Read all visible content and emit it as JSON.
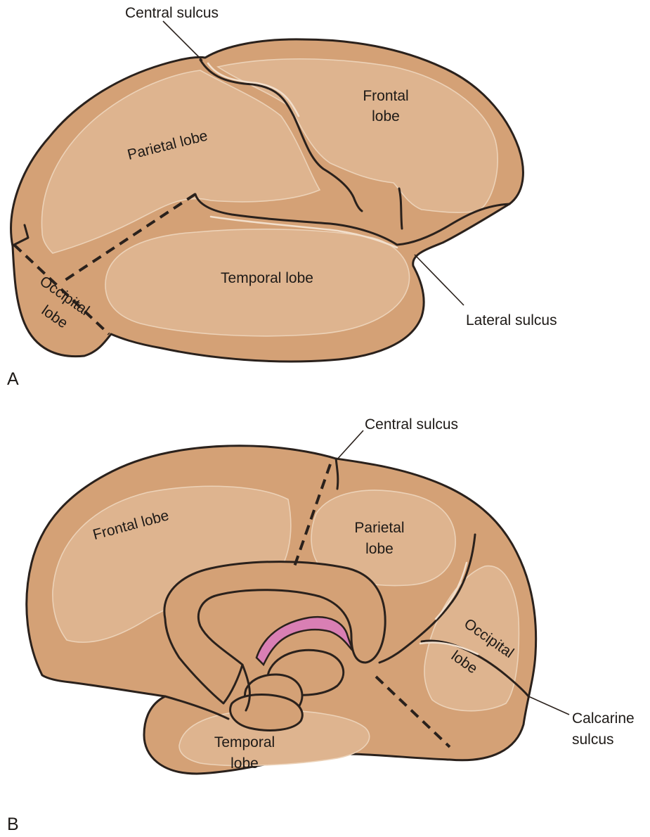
{
  "figure": {
    "panel_a": {
      "panel_label": "A",
      "labels": {
        "central_sulcus": "Central sulcus",
        "frontal_lobe_1": "Frontal",
        "frontal_lobe_2": "lobe",
        "parietal_lobe": "Parietal lobe",
        "temporal_lobe": "Temporal lobe",
        "occipital_lobe_1": "Occipital",
        "occipital_lobe_2": "lobe",
        "lateral_sulcus": "Lateral sulcus"
      }
    },
    "panel_b": {
      "panel_label": "B",
      "labels": {
        "central_sulcus": "Central sulcus",
        "frontal_lobe": "Frontal lobe",
        "parietal_lobe_1": "Parietal",
        "parietal_lobe_2": "lobe",
        "occipital_lobe_1": "Occipital",
        "occipital_lobe_2": "lobe",
        "temporal_lobe_1": "Temporal",
        "temporal_lobe_2": "lobe",
        "calcarine_sulcus_1": "Calcarine",
        "calcarine_sulcus_2": "sulcus"
      }
    },
    "colors": {
      "brain_tissue": "#d4a176",
      "lobe_highlight": "#deb48f",
      "outline": "#2a211c",
      "hippocampal_band": "#d97fb4"
    }
  }
}
